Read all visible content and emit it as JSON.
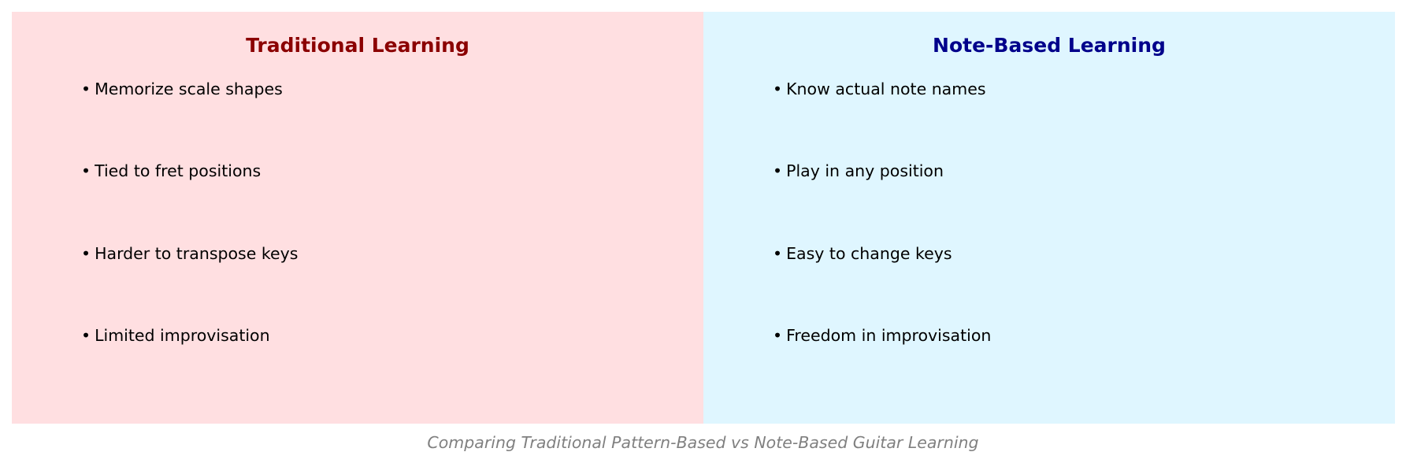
{
  "panels": {
    "left": {
      "title": "Traditional Learning",
      "background": "#FFDFE1",
      "title_color": "#8B0000",
      "items": [
        "Memorize scale shapes",
        "Tied to fret positions",
        "Harder to transpose keys",
        "Limited improvisation"
      ]
    },
    "right": {
      "title": "Note-Based Learning",
      "background": "#DFF6FF",
      "title_color": "#00008B",
      "items": [
        "Know actual note names",
        "Play in any position",
        "Easy to change keys",
        "Freedom in improvisation"
      ]
    }
  },
  "bullet_symbol": "•",
  "caption": {
    "text": "Comparing Traditional Pattern-Based vs Note-Based Guitar Learning",
    "color": "#808080"
  }
}
